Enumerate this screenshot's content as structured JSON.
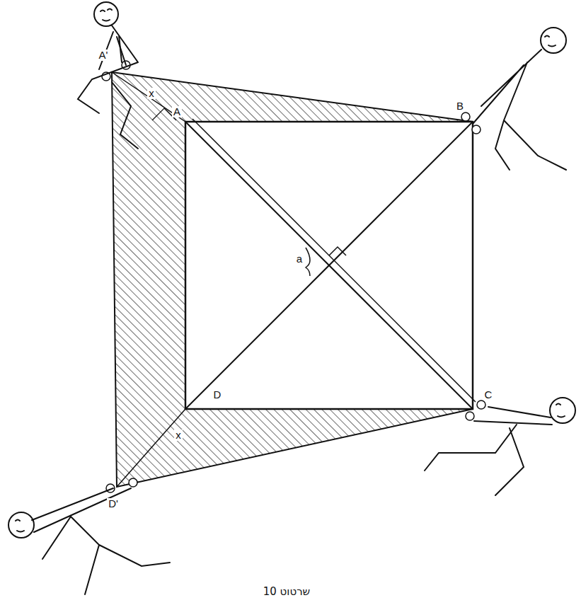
{
  "diagram": {
    "caption": "שרטוט 10",
    "labels": [
      "A'",
      "A",
      "B",
      "C",
      "D",
      "D'",
      "a",
      "x",
      "x"
    ]
  }
}
